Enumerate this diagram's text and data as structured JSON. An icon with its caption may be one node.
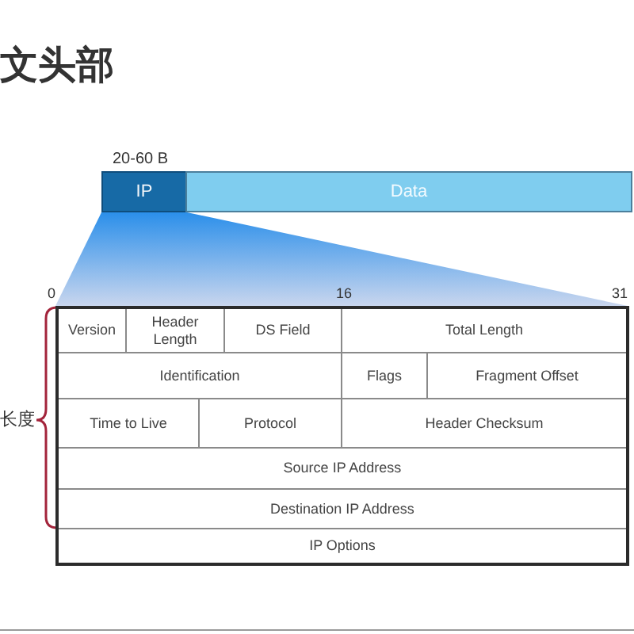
{
  "diagram": {
    "title": "文头部",
    "nodes": [
      {
        "text": [
          "IP"
        ],
        "beside": [
          "20-60 B"
        ]
      },
      {
        "text": [
          "Data"
        ]
      }
    ],
    "labels": [
      "0",
      "16",
      "31",
      "Version",
      "Header Length",
      "DS Field",
      "Total Length",
      "Identification",
      "Flags",
      "Fragment Offset",
      "长度",
      "Time to Live",
      "Protocol",
      "Header Checksum",
      "Source IP Address",
      "Destination IP Address",
      "IP Options"
    ]
  }
}
